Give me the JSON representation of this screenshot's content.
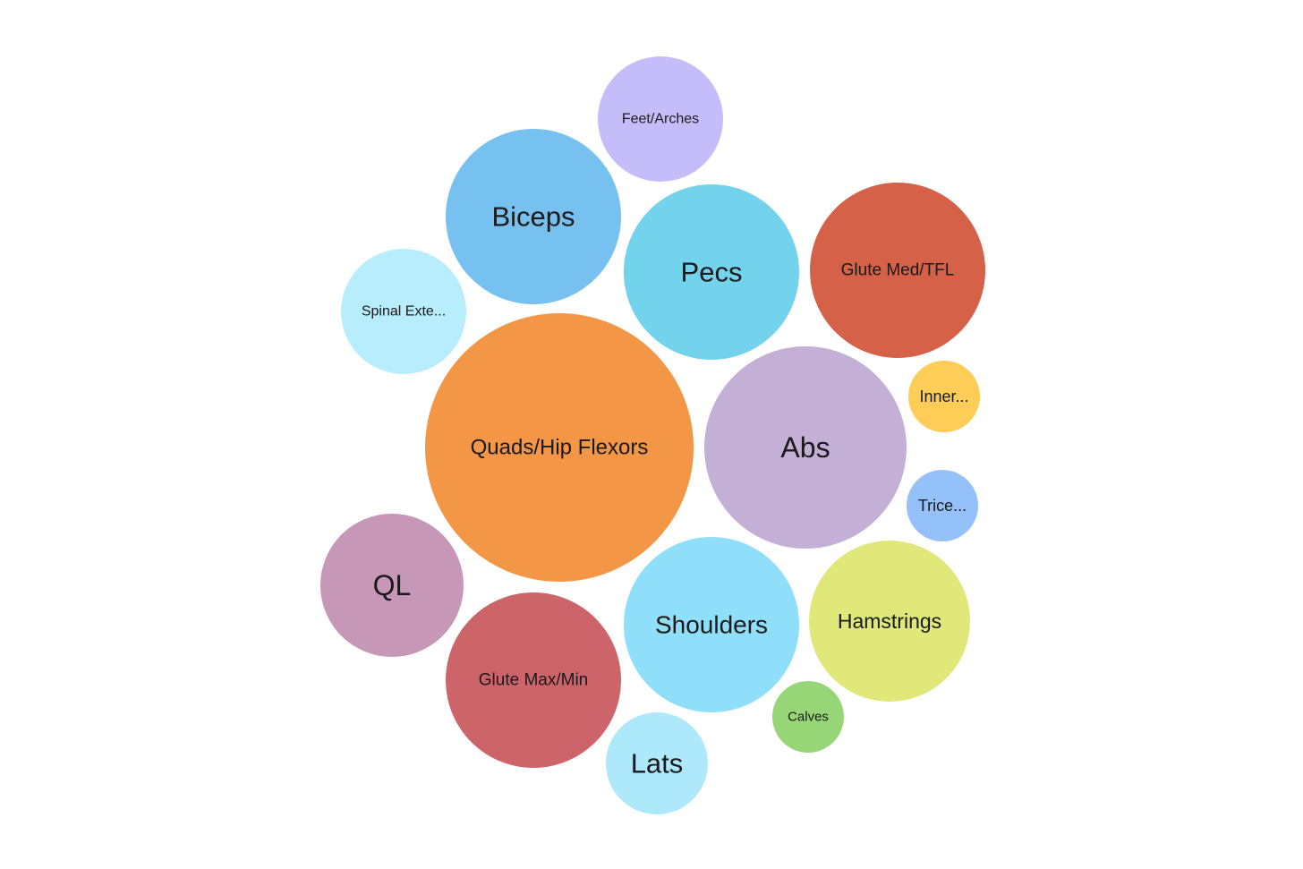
{
  "chart_data": {
    "type": "bubble",
    "title": "",
    "items": [
      {
        "name": "Quads/Hip Flexors",
        "label": "Quads/Hip Flexors",
        "size": 100,
        "color": "#f39645"
      },
      {
        "name": "Abs",
        "label": "Abs",
        "size": 57,
        "color": "#c4b0d6"
      },
      {
        "name": "Biceps",
        "label": "Biceps",
        "size": 43,
        "color": "#77c1f1"
      },
      {
        "name": "Pecs",
        "label": "Pecs",
        "size": 43,
        "color": "#73d2ec"
      },
      {
        "name": "Glute Med/TFL",
        "label": "Glute Med/TFL",
        "size": 43,
        "color": "#d46148"
      },
      {
        "name": "Shoulders",
        "label": "Shoulders",
        "size": 43,
        "color": "#8fdffa"
      },
      {
        "name": "Glute Max/Min",
        "label": "Glute Max/Min",
        "size": 43,
        "color": "#cd646a"
      },
      {
        "name": "Hamstrings",
        "label": "Hamstrings",
        "size": 36,
        "color": "#e1e87a"
      },
      {
        "name": "QL",
        "label": "QL",
        "size": 28,
        "color": "#c797b8"
      },
      {
        "name": "Spinal Extensors",
        "label": "Spinal Exte...",
        "size": 21,
        "color": "#b7edfc"
      },
      {
        "name": "Feet/Arches",
        "label": "Feet/Arches",
        "size": 21,
        "color": "#c5bdf9"
      },
      {
        "name": "Lats",
        "label": "Lats",
        "size": 14,
        "color": "#aee9fb"
      },
      {
        "name": "Calves",
        "label": "Calves",
        "size": 7,
        "color": "#97d677"
      },
      {
        "name": "Inner Thighs",
        "label": "Inner...",
        "size": 7,
        "color": "#fecd57"
      },
      {
        "name": "Triceps",
        "label": "Trice...",
        "size": 7,
        "color": "#95c1fa"
      }
    ]
  }
}
